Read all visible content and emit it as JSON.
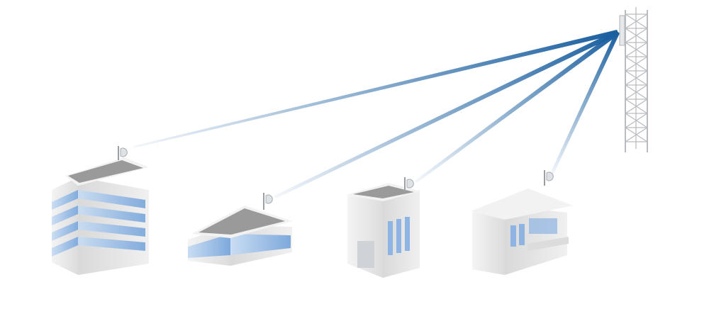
{
  "diagram": {
    "topology": "point-to-multipoint",
    "base_station": {
      "icon": "lattice-tower-icon",
      "label": ""
    },
    "links": [
      {
        "to": "building-1",
        "icon": "dish-antenna-icon"
      },
      {
        "to": "building-2",
        "icon": "dish-antenna-icon"
      },
      {
        "to": "building-3",
        "icon": "dish-antenna-icon"
      },
      {
        "to": "building-4",
        "icon": "dish-antenna-icon"
      }
    ],
    "buildings": [
      {
        "id": "building-1",
        "icon": "tall-office-building-icon"
      },
      {
        "id": "building-2",
        "icon": "low-office-building-icon"
      },
      {
        "id": "building-3",
        "icon": "townhouse-building-icon"
      },
      {
        "id": "building-4",
        "icon": "modern-house-building-icon"
      }
    ],
    "colors": {
      "beam": "#1a5fa0",
      "glass": "#8db4e2",
      "roof": "#9a9a9a",
      "wall": "#eeeeee"
    }
  }
}
